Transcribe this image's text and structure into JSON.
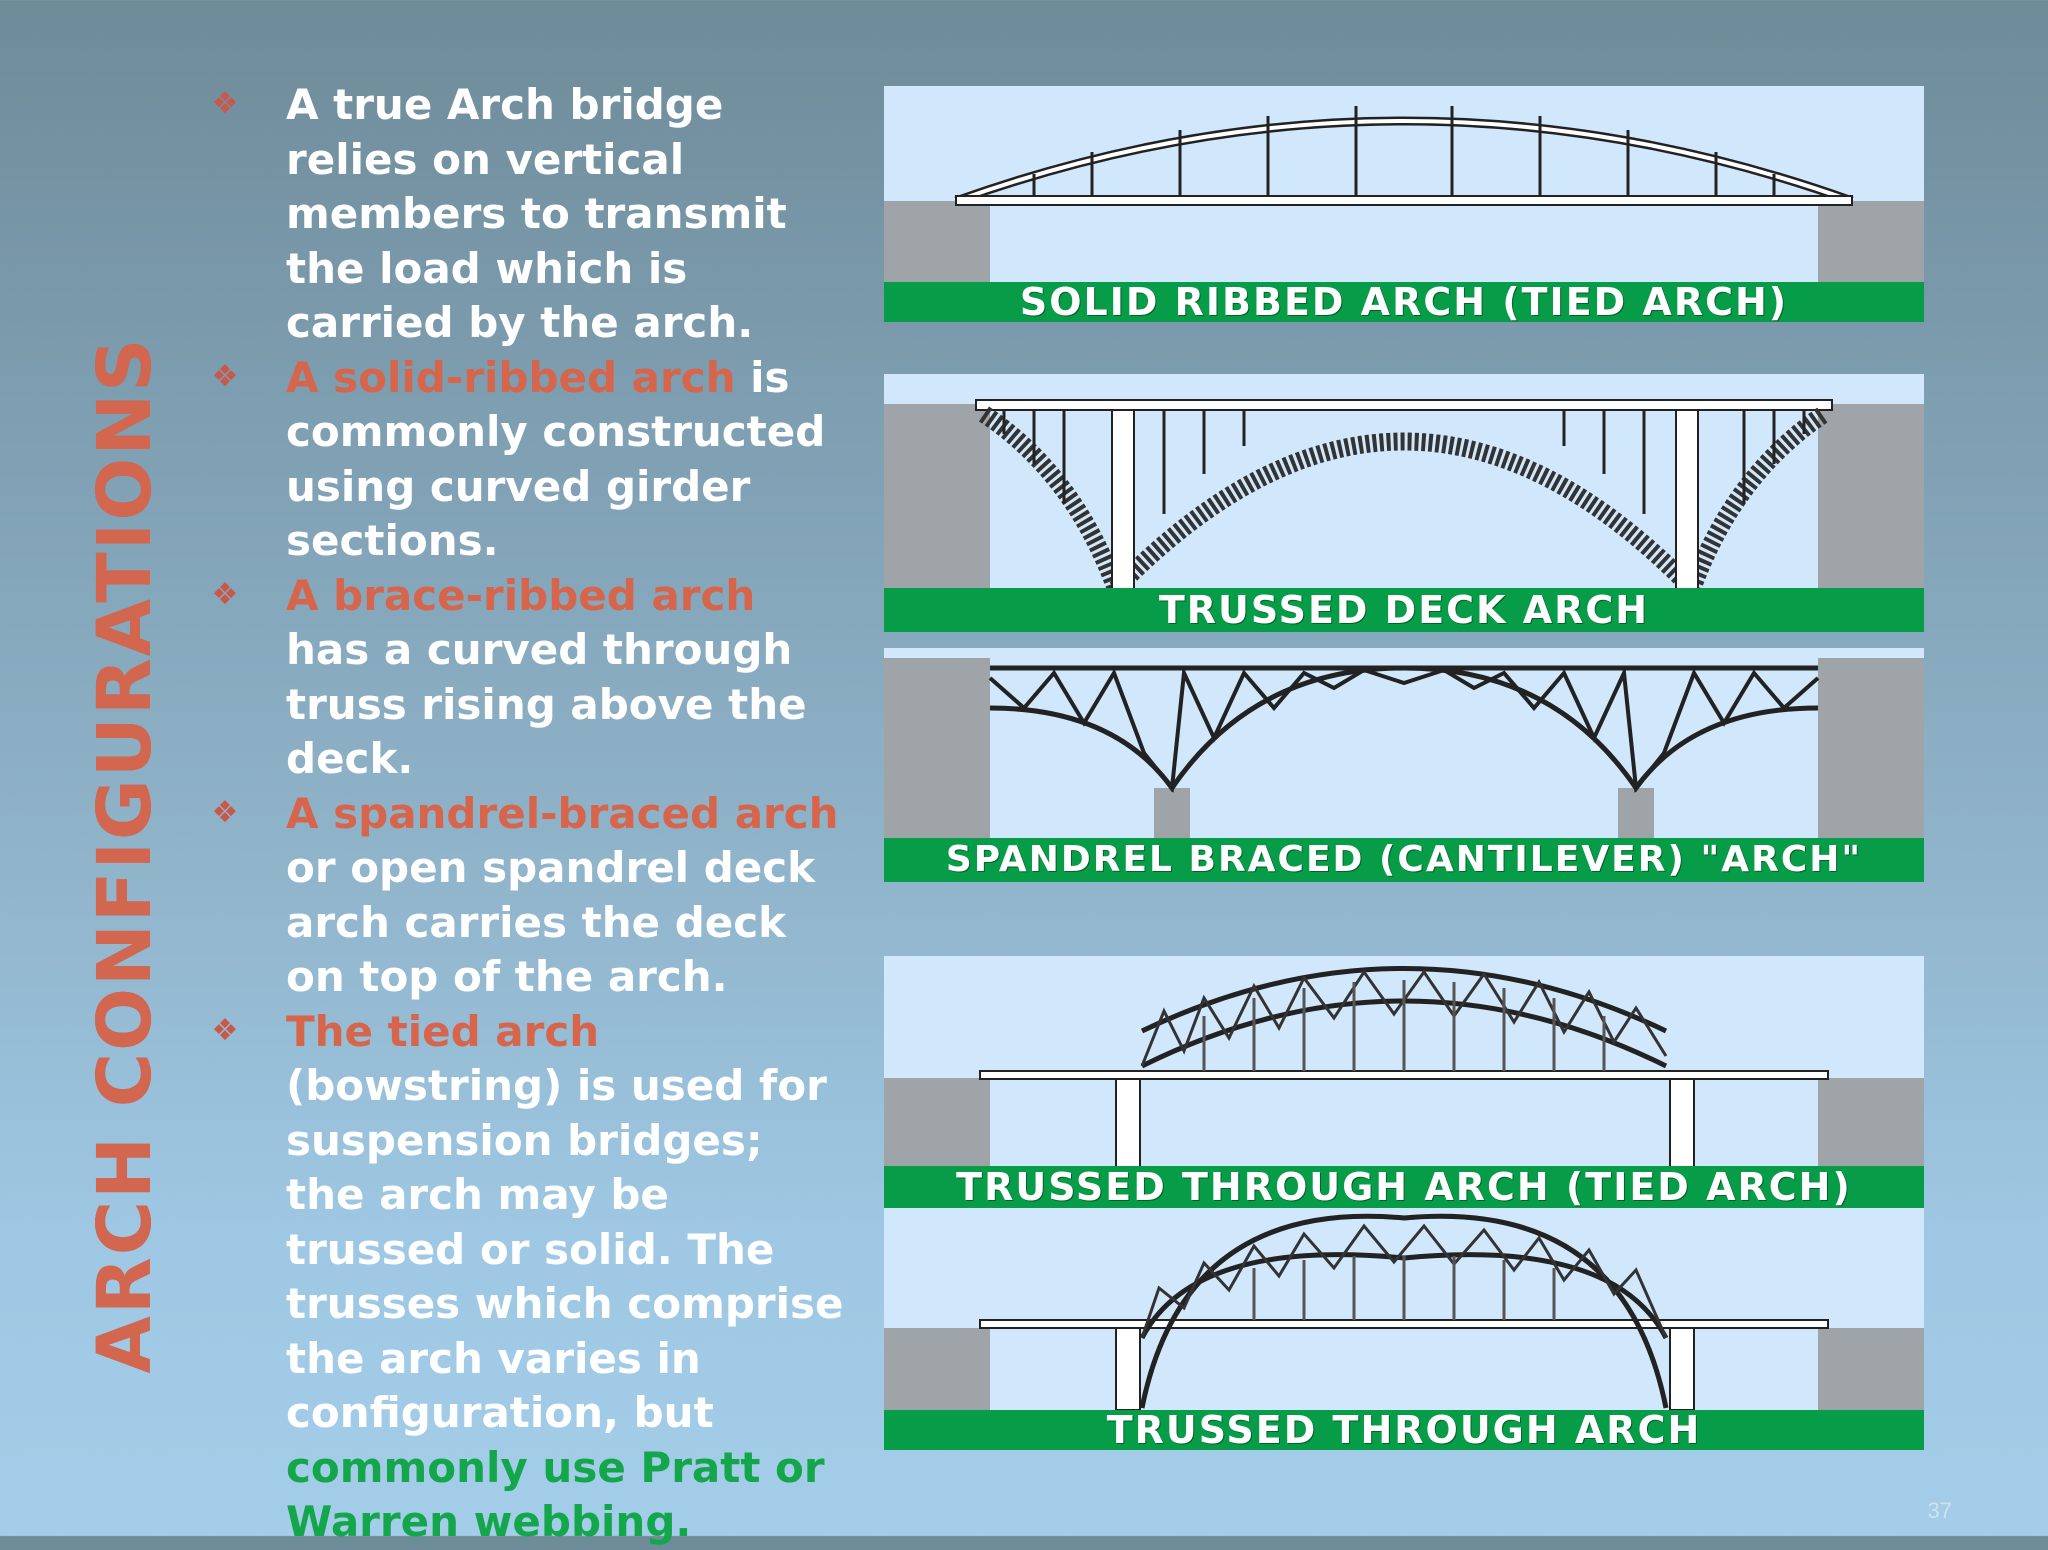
{
  "title": "ARCH CONFIGURATIONS",
  "bullets": [
    {
      "hl": "",
      "text": "A true Arch bridge relies on vertical members to transmit the load which is carried by the arch.",
      "green": ""
    },
    {
      "hl": "A solid-ribbed arch",
      "text": " is commonly constructed using curved girder sections.",
      "green": ""
    },
    {
      "hl": "A brace-ribbed arch",
      "text": " has a curved through truss rising above the deck.",
      "green": ""
    },
    {
      "hl": "A spandrel-braced arch",
      "text": " or open spandrel deck arch carries the deck on top of the arch.",
      "green": ""
    },
    {
      "hl": "The tied arch",
      "text": " (bowstring) is used for suspension bridges; the arch may be trussed or solid. The trusses which comprise the arch varies in configuration, but ",
      "green": "commonly use Pratt or Warren webbing."
    }
  ],
  "diagrams": [
    {
      "caption": "SOLID RIBBED ARCH (TIED ARCH)"
    },
    {
      "caption": "TRUSSED DECK ARCH"
    },
    {
      "caption": "SPANDREL BRACED (CANTILEVER) \"ARCH\""
    },
    {
      "caption": "TRUSSED THROUGH ARCH (TIED ARCH)"
    },
    {
      "caption": "TRUSSED THROUGH ARCH"
    }
  ],
  "page_number": "37",
  "colors": {
    "highlight": "#d6654b",
    "green_text": "#14a64a",
    "caption_bg": "#079c47",
    "panel_bg": "#d1e8fc"
  },
  "icons": {
    "bullet": "four-diamond-bullet-icon"
  }
}
